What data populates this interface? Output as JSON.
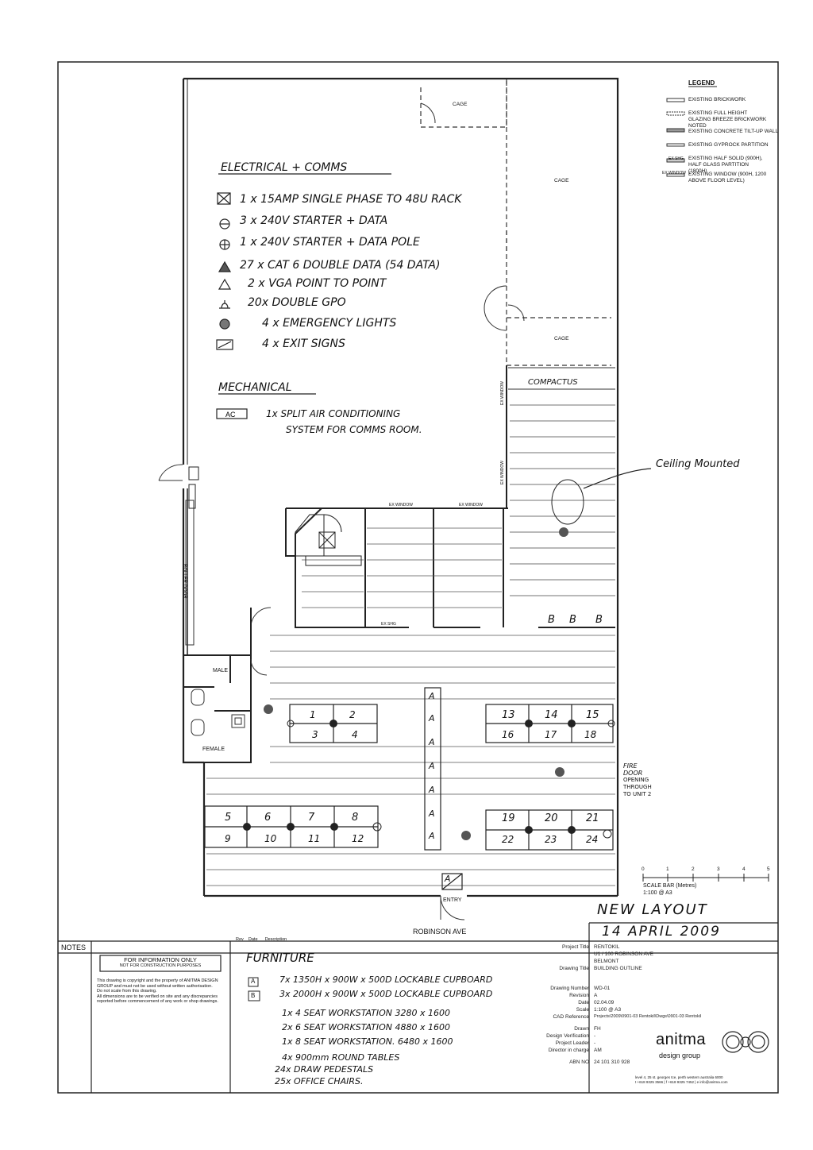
{
  "drawing": {
    "legend": {
      "title": "LEGEND",
      "items": [
        "EXISTING BRICKWORK",
        "EXISTING FULL HEIGHT GLAZING BREEZE BRICKWORK NOTED",
        "EXISTING CONCRETE TILT-UP WALL",
        "EXISTING GYPROCK PARTITION",
        "EXISTING HALF SOLID (900H), HALF GLASS PARTITION (1800H)",
        "EXISTING WINDOW (900H, 1200 ABOVE FLOOR LEVEL)"
      ],
      "item_codes": [
        "",
        "",
        "",
        "",
        "EX SHG",
        "EX WINDOW"
      ]
    },
    "electrical": {
      "heading": "ELECTRICAL + COMMS",
      "items": [
        "1 x 15AMP SINGLE PHASE TO 48U RACK",
        "3 x 240V STARTER + DATA",
        "1 x 240V STARTER + DATA POLE",
        "27 x CAT 6 DOUBLE DATA (54 DATA)",
        "2 x VGA POINT TO POINT",
        "20x DOUBLE GPO",
        "4 x EMERGENCY LIGHTS",
        "4 x EXIT SIGNS"
      ]
    },
    "mechanical": {
      "heading": "MECHANICAL",
      "symbol": "AC",
      "lines": [
        "1x SPLIT AIR CONDITIONING",
        "SYSTEM FOR COMMS ROOM."
      ]
    },
    "room_labels": {
      "cage_a": "CAGE",
      "cage_b": "CAGE",
      "cage_c": "CAGE",
      "compactus": "COMPACTUS",
      "male": "MALE",
      "female": "FEMALE",
      "entry": "ENTRY",
      "roller_door": "ROLLER DOOR",
      "street": "ROBINSON AVE",
      "ceiling_mounted": "Ceiling Mounted",
      "fire_door": [
        "FIRE",
        "DOOR",
        "OPENING",
        "THROUGH",
        "TO UNIT 2"
      ],
      "window_notes": [
        "EX WINDOW",
        "EX WINDOW",
        "EX WINDOW",
        "EX WINDOW",
        "EX SHG"
      ]
    },
    "workstations": {
      "group_a": [
        "1",
        "2",
        "3",
        "4"
      ],
      "group_b": [
        "5",
        "6",
        "7",
        "8",
        "9",
        "10",
        "11",
        "12"
      ],
      "group_c": [
        "13",
        "14",
        "15",
        "16",
        "17",
        "18"
      ],
      "group_d": [
        "19",
        "20",
        "21",
        "22",
        "23",
        "24"
      ]
    },
    "cupboard_markers": [
      "A",
      "A",
      "A",
      "A",
      "A",
      "A",
      "A",
      "A"
    ],
    "b_markers": [
      "B",
      "B",
      "B"
    ],
    "scale_bar": {
      "ticks": [
        "0",
        "1",
        "2",
        "3",
        "4",
        "5"
      ],
      "label": "SCALE BAR (Metres)",
      "ratio": "1:100 @ A3"
    },
    "handwritten": {
      "new_layout": "NEW LAYOUT",
      "date": "14 APRIL 2009"
    }
  },
  "title_block": {
    "notes_label": "NOTES",
    "stamp_line1": "FOR INFORMATION ONLY",
    "stamp_line2": "NOT FOR CONSTRUCTION PURPOSES",
    "notes_body": [
      "This drawing is copyright and the property of ANITMA DESIGN",
      "GROUP and must not be used without written authorisation.",
      "Do not scale from this drawing.",
      "All dimensions are to be verified on site and any discrepancies",
      "reported before commencement of any work or shop drawings."
    ],
    "rev_headers": [
      "Rev",
      "Date",
      "Description"
    ],
    "furniture": {
      "heading": "FURNITURE",
      "lines": [
        "7x 1350H x 900W x 500D LOCKABLE CUPBOARD",
        "3x 2000H x 900W x 500D LOCKABLE CUPBOARD",
        "1x 4 SEAT WORKSTATION 3280 x 1600",
        "2x 6 SEAT WORKSTATION 4880 x 1600",
        "1x 8 SEAT WORKSTATION. 6480 x 1600",
        "4x 900mm ROUND TABLES",
        "24x DRAW PEDESTALS",
        "25x OFFICE CHAIRS."
      ],
      "codes": [
        "A",
        "B"
      ]
    },
    "fields": [
      {
        "k": "Project Title",
        "v": "RENTOKIL"
      },
      {
        "k": "",
        "v": "U1 / 100 ROBINSON AVE"
      },
      {
        "k": "",
        "v": "BELMONT"
      },
      {
        "k": "Drawing Title",
        "v": "BUILDING OUTLINE"
      },
      {
        "k": "Drawing Number",
        "v": "WD-01"
      },
      {
        "k": "Revision",
        "v": "A"
      },
      {
        "k": "Date",
        "v": "02.04.09"
      },
      {
        "k": "Scale",
        "v": "1:100 @ A3"
      },
      {
        "k": "CAD Reference",
        "v": "Projects\\2009\\0901-03 Rentokil\\Dwgs\\0901-03 Rentokil"
      },
      {
        "k": "Drawn",
        "v": "FH"
      },
      {
        "k": "Design Verification",
        "v": "-"
      },
      {
        "k": "Project Leader",
        "v": "-"
      },
      {
        "k": "Director in charge",
        "v": "AM"
      },
      {
        "k": "ABN NO",
        "v": "24 101 310 928"
      }
    ],
    "brand_name": "anitma",
    "brand_sub": "design group",
    "address": "level 4, 25 st. georges tce, perth western australia 6000",
    "contact": "t +618 9325 3566 | f +618 9325 7452 | e info@anitma.com"
  }
}
